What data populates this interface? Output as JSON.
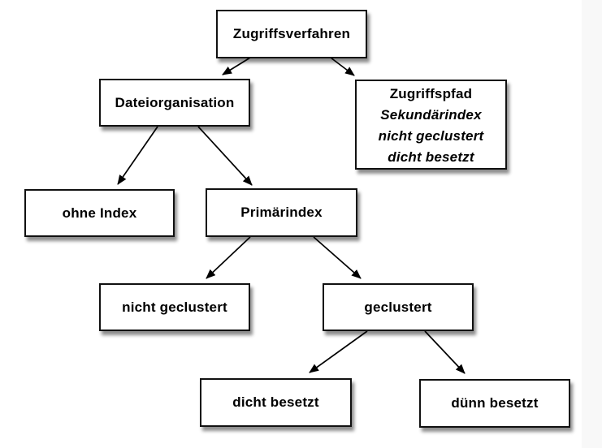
{
  "canvas": {
    "background": "#ffffff",
    "right_strip_color": "#f8f8f8",
    "box_fill": "#ffffff",
    "box_border_color": "#111111",
    "text_color": "#000000",
    "arrow_color": "#000000"
  },
  "nodes": {
    "zugriffsverfahren": {
      "label": "Zugriffsverfahren"
    },
    "dateiorganisation": {
      "label": "Dateiorganisation"
    },
    "zugriffspfad": {
      "line1": "Zugriffspfad",
      "line2": "Sekundärindex",
      "line3": "nicht geclustert",
      "line4": "dicht besetzt"
    },
    "ohne_index": {
      "label": "ohne Index"
    },
    "primaerindex": {
      "label": "Primärindex"
    },
    "nicht_geclustert": {
      "label": "nicht geclustert"
    },
    "geclustert": {
      "label": "geclustert"
    },
    "dicht_besetzt": {
      "label": "dicht besetzt"
    },
    "duenn_besetzt": {
      "label": "dünn besetzt"
    }
  },
  "edges": [
    {
      "from": "Zugriffsverfahren",
      "to": "Dateiorganisation"
    },
    {
      "from": "Zugriffsverfahren",
      "to": "Zugriffspfad"
    },
    {
      "from": "Dateiorganisation",
      "to": "ohne Index"
    },
    {
      "from": "Dateiorganisation",
      "to": "Primärindex"
    },
    {
      "from": "Primärindex",
      "to": "nicht geclustert"
    },
    {
      "from": "Primärindex",
      "to": "geclustert"
    },
    {
      "from": "geclustert",
      "to": "dicht besetzt"
    },
    {
      "from": "geclustert",
      "to": "dünn besetzt"
    }
  ]
}
